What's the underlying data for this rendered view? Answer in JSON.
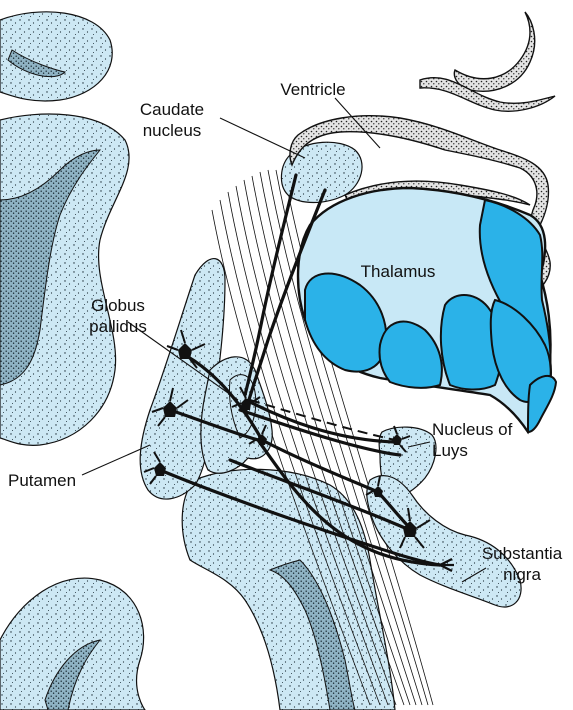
{
  "colors": {
    "region_fill": "#cde8f4",
    "thalamus_dark": "#2bb2e8",
    "thalamus_light": "#c8e8f6",
    "outline": "#111111"
  },
  "labels": {
    "ventricle": "Ventricle",
    "caudate_line1": "Caudate",
    "caudate_line2": "nucleus",
    "thalamus": "Thalamus",
    "globus_line1": "Globus",
    "globus_line2": "pallidus",
    "luys_line1": "Nucleus of",
    "luys_line2": "Luys",
    "putamen": "Putamen",
    "nigra_line1": "Substantia",
    "nigra_line2": "nigra"
  }
}
